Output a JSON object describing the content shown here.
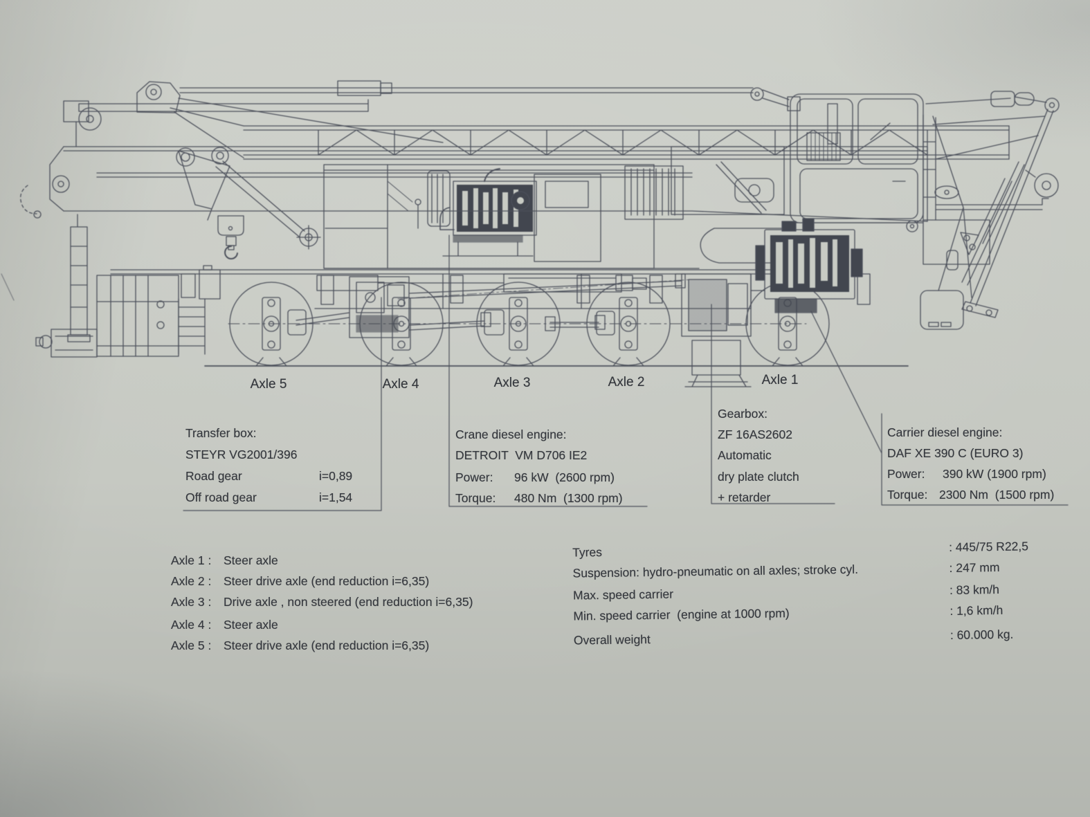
{
  "colors": {
    "background": "#c8cbc4",
    "line": "#4b4f5a",
    "text": "#34373d",
    "engine_dark": "#42464f"
  },
  "drawing": {
    "axle_labels": [
      "Axle 5",
      "Axle 4",
      "Axle 3",
      "Axle 2",
      "Axle 1"
    ]
  },
  "spec_blocks": {
    "transfer_box": {
      "title": "Transfer box:",
      "model": "STEYR VG2001/396",
      "rows": [
        {
          "label": "Road gear",
          "value": "i=0,89"
        },
        {
          "label": "Off road gear",
          "value": "i=1,54"
        }
      ]
    },
    "crane_engine": {
      "title": "Crane diesel engine:",
      "model": "DETROIT  VM D706 IE2",
      "rows": [
        {
          "label": "Power:",
          "value": "96 kW  (2600 rpm)"
        },
        {
          "label": "Torque:",
          "value": "480 Nm  (1300 rpm)"
        }
      ]
    },
    "gearbox": {
      "title": "Gearbox:",
      "lines": [
        "ZF 16AS2602",
        "Automatic",
        "dry plate clutch",
        "+ retarder"
      ]
    },
    "carrier_engine": {
      "title": "Carrier diesel engine:",
      "model": "DAF XE 390 C (EURO 3)",
      "rows": [
        {
          "label": "Power:",
          "value": "390 kW (1900 rpm)"
        },
        {
          "label": "Torque:",
          "value": "2300 Nm  (1500 rpm)"
        }
      ]
    }
  },
  "axle_descriptions": [
    {
      "label": "Axle 1 :",
      "desc": "Steer axle"
    },
    {
      "label": "Axle 2 :",
      "desc": "Steer drive axle (end reduction i=6,35)"
    },
    {
      "label": "Axle 3 :",
      "desc": "Drive axle , non steered (end reduction i=6,35)"
    },
    {
      "label": "Axle 4 :",
      "desc": "Steer axle"
    },
    {
      "label": "Axle 5 :",
      "desc": "Steer drive axle (end reduction i=6,35)"
    }
  ],
  "general_specs": [
    {
      "label": "Tyres",
      "value": ": 445/75 R22,5"
    },
    {
      "label": "Suspension: hydro-pneumatic on all axles; stroke cyl.",
      "value": ": 247 mm"
    },
    {
      "label": "Max. speed carrier",
      "value": ": 83 km/h"
    },
    {
      "label": "Min. speed carrier  (engine at 1000 rpm)",
      "value": ": 1,6 km/h"
    },
    {
      "label": "Overall weight",
      "value": ": 60.000 kg."
    }
  ]
}
